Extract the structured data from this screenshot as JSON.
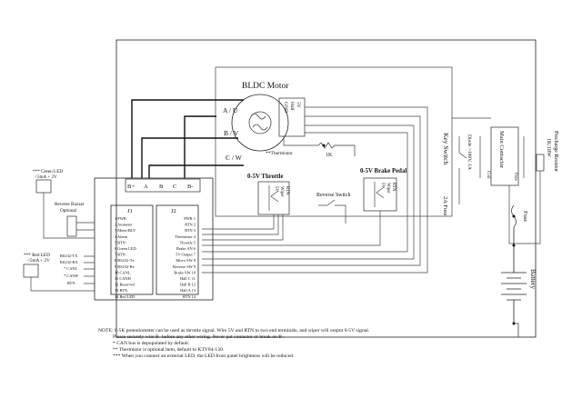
{
  "motor": {
    "title": "BLDC Motor",
    "phase_u": "A / U",
    "phase_v": "B / V",
    "phase_w": "C / W",
    "hall_lines": [
      "GND",
      "Hall",
      "5V"
    ],
    "thermistor": "**Thermistor",
    "resistor": "1K"
  },
  "controller": {
    "terminals": [
      "B+",
      "A",
      "B",
      "C",
      "B-"
    ],
    "j1": {
      "label": "J1",
      "pins": [
        "1 PWR",
        "2 Ammeter",
        "3 Meter/RLY",
        "4 Alarm",
        "5 RTN",
        "6 Green LED",
        "7 RTN",
        "8 RS232-Tx",
        "9 RS232-Rx",
        "10 CANL",
        "11 CANH",
        "12 Reserved",
        "13 RTN",
        "14 Red LED"
      ]
    },
    "j2": {
      "label": "J2",
      "pins": [
        "PWR 1",
        "RTN 2",
        "RTN 3",
        "Thermistor 4",
        "Throttle 5",
        "Brake AN 6",
        "5V Output 7",
        "Micro SW 8",
        "Reverse SW 9",
        "Brake SW 10",
        "Hall C 11",
        "Hall B 12",
        "Hall A 13",
        "RTN 14"
      ]
    }
  },
  "left": {
    "green_led": [
      "*** Green LED",
      "<5mA + 2V"
    ],
    "buzzer": [
      "Reverse Buzzer",
      "Optional"
    ],
    "red_led": [
      "*** Red LED",
      "<5mA + 2V"
    ],
    "lines": [
      "RS232-TX",
      "RS232-RX",
      "* CANL",
      "* CANH",
      "RTN"
    ]
  },
  "throttle": "0-5V Throttle",
  "brake": "0-5V Brake Pedal",
  "pot_labels": [
    "5V",
    "Wiper",
    "RTN"
  ],
  "reverse_switch": "Reverse Switch",
  "right": {
    "diode": "Diode >100V, 1A",
    "main_contactor": "Main Contactor",
    "coil": "Coil",
    "pole": "Pole",
    "precharge": [
      "Precharge Resistor",
      "1K/10W"
    ],
    "key_switch": "Key Switch",
    "key_fuse": "2A Fuse",
    "fuse": "Fuse",
    "battery": "Battery"
  },
  "notes": [
    "NOTE: 0-5K potentiometer can be used as throttle signal. Wire 5V and RTN to two end terminals, and wiper will output 0-5V signal.",
    "Please securely wire B- before any other wiring. Never put contactor or break on B-.",
    "* CAN bus is depopulated by default.",
    "** Thermistor is optional item, default to KTY84-130.",
    "*** When you connect an external LED, the LED front panel brightness will be reduced."
  ]
}
